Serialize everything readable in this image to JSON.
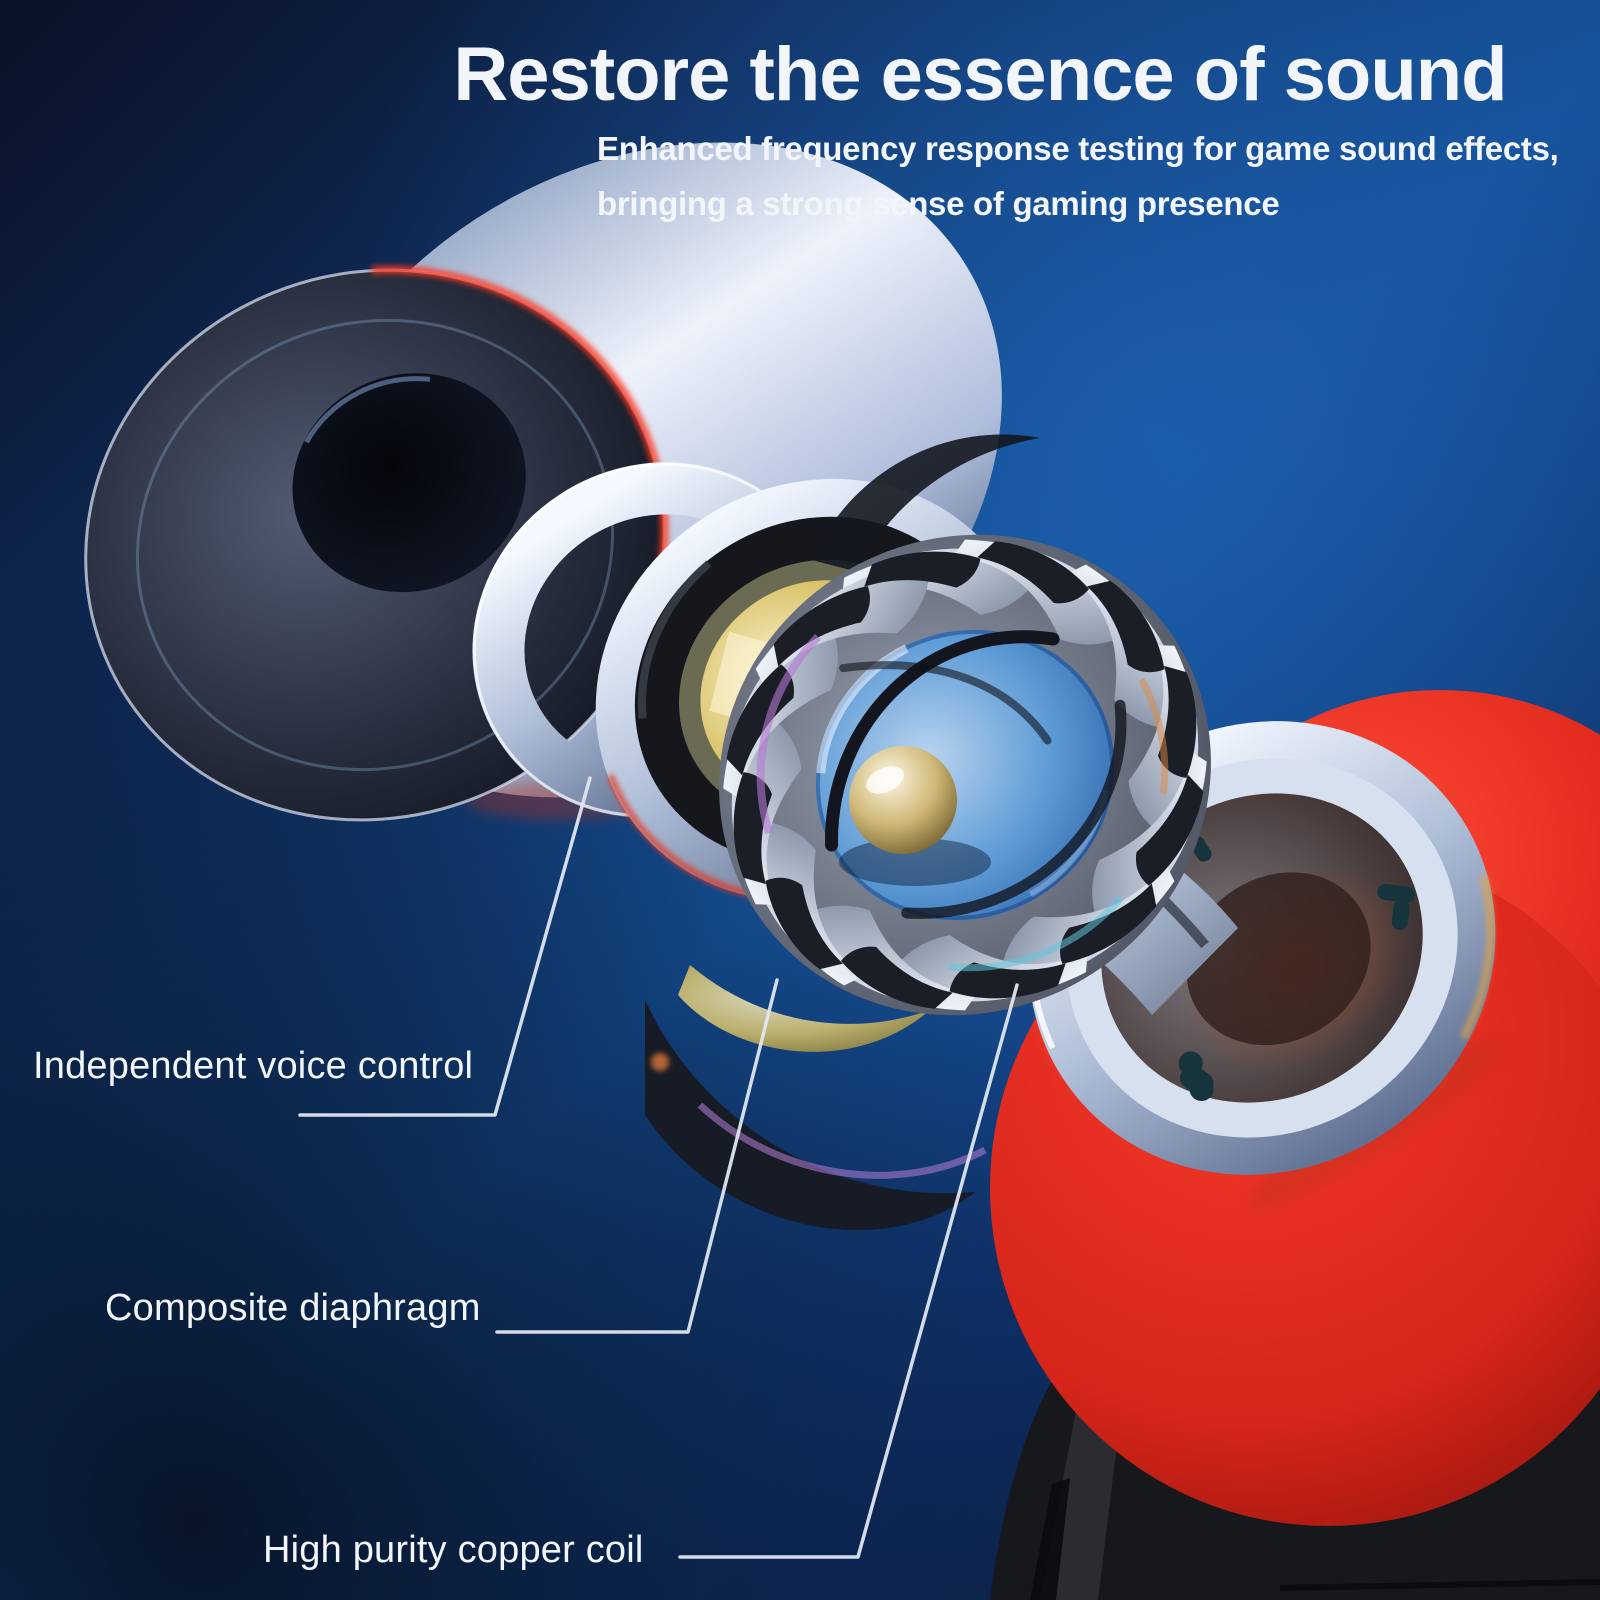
{
  "header": {
    "title": "Restore the essence of sound",
    "subtitle_line1": "Enhanced frequency response testing for game sound effects,",
    "subtitle_line2": "bringing a strong sense of gaming presence"
  },
  "callouts": {
    "voice_control": "Independent voice control",
    "diaphragm": "Composite diaphragm",
    "coil": "High purity copper coil"
  },
  "colors": {
    "background_dark": "#0a1126",
    "background_highlight": "#1a5cad",
    "background_bottom": "#070d1c",
    "text_white": "#f2f6fb",
    "leader_line": "#dfe6f0",
    "accent_red": "#e02a1c",
    "metal_silver": "#c9d4e8",
    "gold": "#d8c26a",
    "glass_blue": "#2e6cb8"
  }
}
